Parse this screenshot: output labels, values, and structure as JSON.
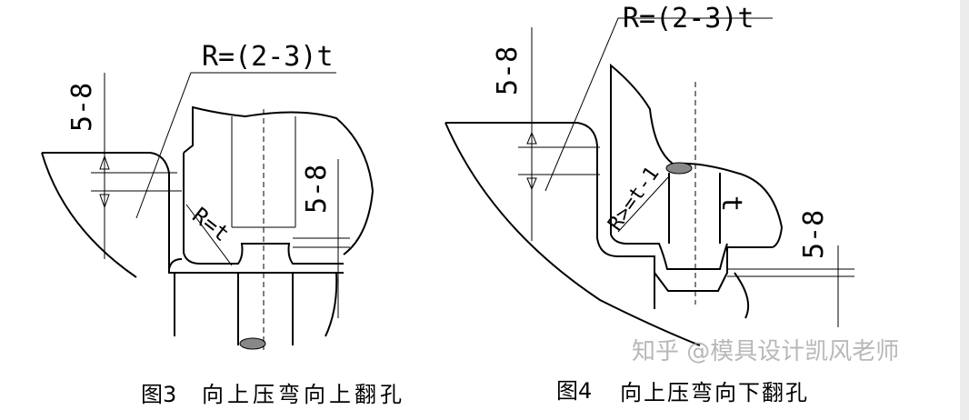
{
  "figure3": {
    "radius_outer_label": "R=(2-3)t",
    "radius_inner_label": "R=t",
    "dim_left_label": "5-8",
    "dim_right_label": "5-8",
    "caption_number": "图3",
    "caption_text": "向上压弯向上翻孔"
  },
  "figure4": {
    "radius_outer_label": "R=(2-3)t",
    "radius_inner_label": "R>=t-1",
    "thickness_label": "t",
    "dim_left_label": "5-8",
    "dim_right_label": "5-8",
    "caption_number": "图4",
    "caption_text": "向上压弯向下翻孔"
  },
  "watermark": "知乎 @模具设计凯风老师"
}
